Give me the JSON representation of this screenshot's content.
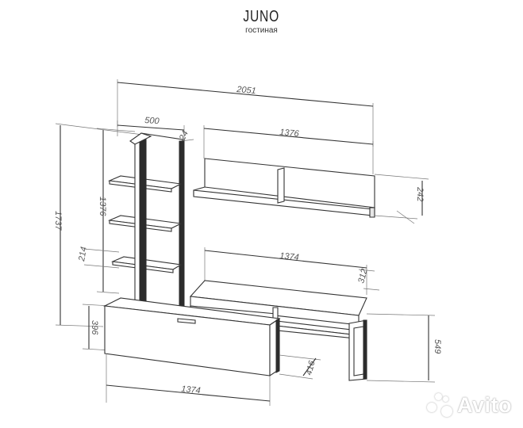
{
  "header": {
    "title": "JUNO",
    "subtitle": "гостиная"
  },
  "dimensions": {
    "total_width": "2051",
    "rack_width": "500",
    "shelf_width": "1376",
    "rack_depth": "24",
    "total_height": "1737",
    "rack_height": "1376",
    "shelf_depth_left": "214",
    "shelf_height": "242",
    "tv_top_width": "1374",
    "tv_top_depth": "312",
    "cabinet_height": "396",
    "cabinet_width": "1374",
    "cabinet_depth": "416",
    "desk_height": "549"
  },
  "watermark": {
    "brand": "Avito",
    "icon": "avito-dots-icon"
  },
  "colors": {
    "line": "#333333",
    "panel": "#ffffff",
    "dark_edge": "#2c2c2c",
    "text": "#555555"
  }
}
